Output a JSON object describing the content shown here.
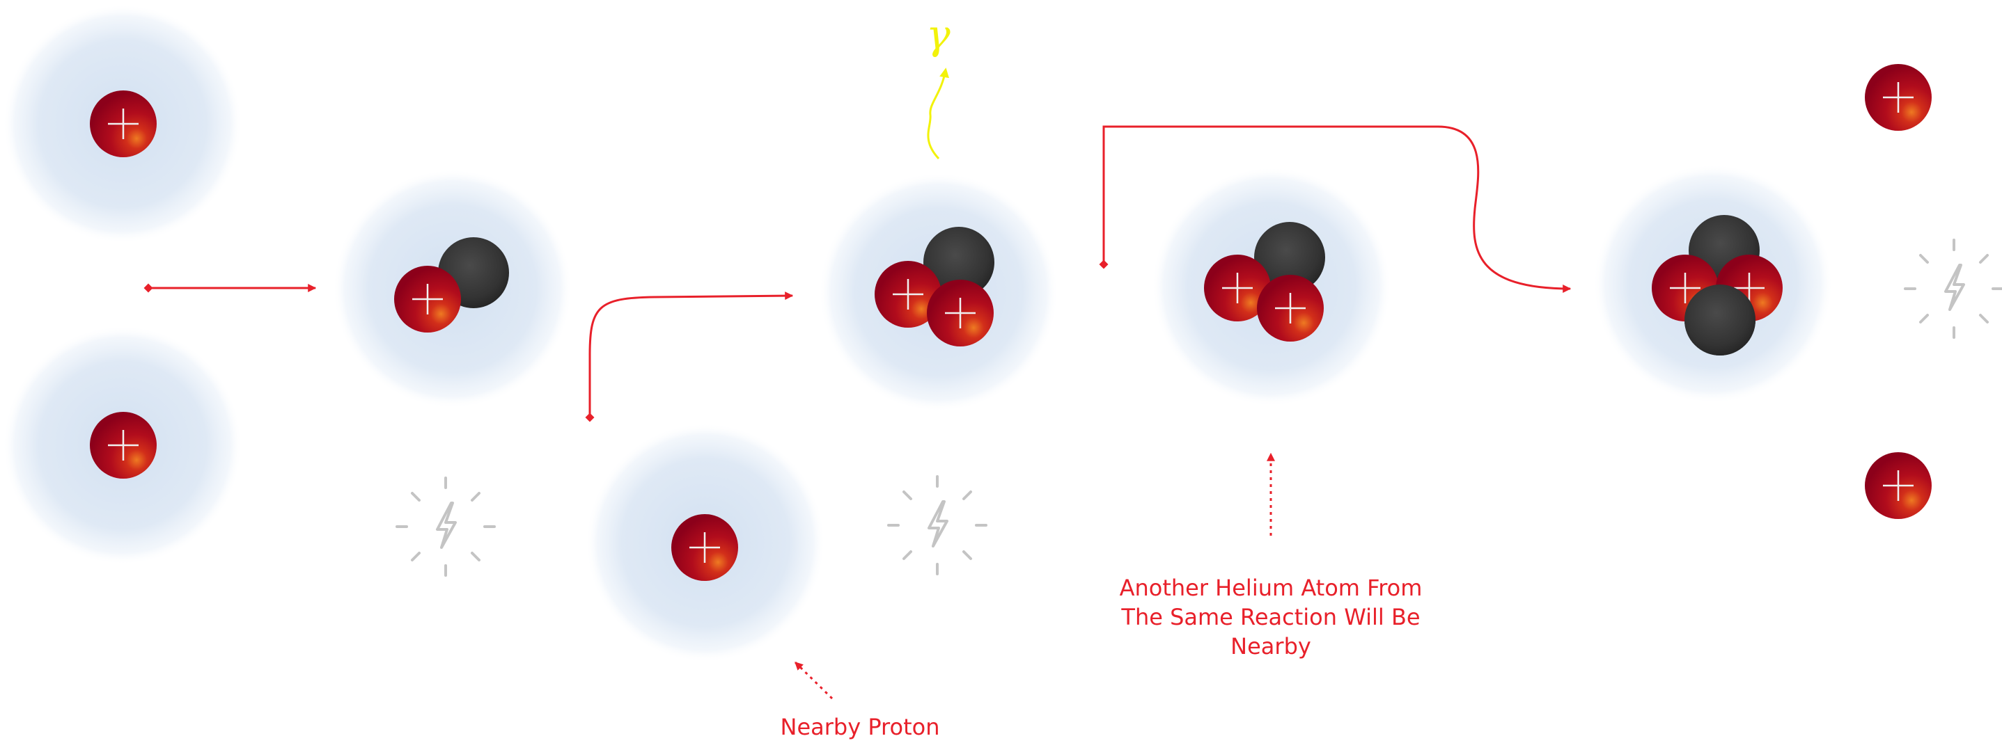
{
  "colors": {
    "accent_red": "#e8202a",
    "proton_red": "#a3001d",
    "neutron_dark": "#333333",
    "atom_glow": "#dce7f4",
    "gamma_yellow": "#f2f20a",
    "energy_gray": "#c4c4c4"
  },
  "particles": {
    "proton": {
      "icon": "plus-icon",
      "color": "#a3001d"
    },
    "neutron": {
      "color": "#333333"
    }
  },
  "steps": [
    {
      "name": "stage-proton-pair",
      "content": [
        "proton",
        "proton"
      ]
    },
    {
      "name": "stage-deuterium",
      "content": [
        "proton",
        "neutron"
      ],
      "energy_icon": "lightning-burst-icon"
    },
    {
      "name": "stage-nearby-proton",
      "content": [
        "proton"
      ]
    },
    {
      "name": "stage-helium-3",
      "content": [
        "proton",
        "proton",
        "neutron"
      ],
      "energy_icon": "lightning-burst-icon",
      "emission": "gamma"
    },
    {
      "name": "stage-second-helium-3",
      "content": [
        "proton",
        "proton",
        "neutron"
      ]
    },
    {
      "name": "stage-helium-4",
      "content": [
        "proton",
        "proton",
        "neutron",
        "neutron"
      ]
    },
    {
      "name": "stage-released-protons",
      "content": [
        "proton",
        "proton"
      ],
      "energy_icon": "lightning-burst-icon"
    }
  ],
  "gamma_symbol": "γ",
  "annotations": {
    "nearby_proton": "Nearby Proton",
    "another_helium": [
      "Another Helium Atom From",
      "The Same Reaction  Will Be",
      "Nearby"
    ]
  }
}
